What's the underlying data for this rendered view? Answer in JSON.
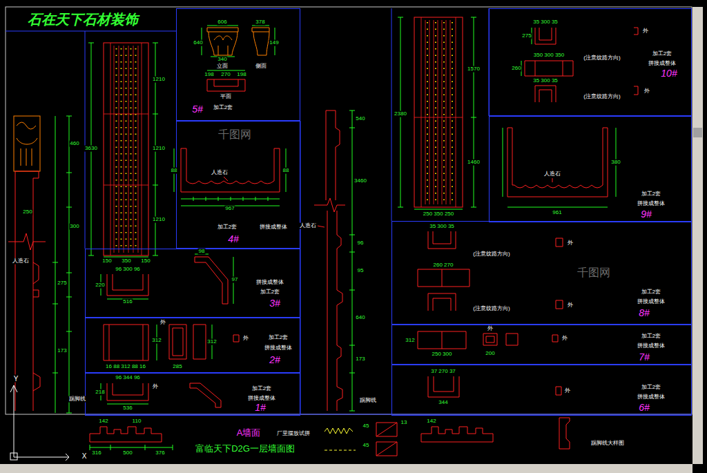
{
  "diagram": {
    "title": "石在天下石材装饰",
    "caption": "富临天下D2G一层墙面图",
    "nodes": [
      {
        "text": [
          "加工2套",
          "5#"
        ]
      },
      {
        "text": [
          "加工2套",
          "拼接成整体",
          "4#"
        ]
      },
      {
        "text": [
          "拼接成整体",
          "加工2套",
          "3#"
        ]
      },
      {
        "text": [
          "加工2套",
          "拼接成整体",
          "2#"
        ]
      },
      {
        "text": [
          "加工2套",
          "拼接成整体",
          "1#"
        ]
      },
      {
        "text": [
          "加工2套",
          "拼接成整体",
          "10#"
        ]
      },
      {
        "text": [
          "加工2套",
          "拼接成整体",
          "9#"
        ]
      },
      {
        "text": [
          "加工2套",
          "拼接成整体",
          "8#"
        ]
      },
      {
        "text": [
          "加工2套",
          "拼接成整体",
          "7#"
        ]
      },
      {
        "text": [
          "加工2套",
          "拼接成整体",
          "6#"
        ]
      }
    ],
    "labels": [
      "606",
      "378",
      "640",
      "149",
      "340",
      "立面",
      "侧面",
      "198",
      "270",
      "198",
      "平面",
      "1210",
      "1210",
      "1210",
      "3630",
      "150",
      "350",
      "150",
      "人造石",
      "88",
      "88",
      "967",
      "96 300 96",
      "220",
      "516",
      "98",
      "97",
      "312",
      "16 88 312 88 16",
      "285",
      "312",
      "外",
      "外",
      "96 344 96",
      "218",
      "536",
      "外",
      "540",
      "3460",
      "人造石",
      "96",
      "95",
      "640",
      "173",
      "踢脚线",
      "1570",
      "2380",
      "1460",
      "250 350 250",
      "35 300 35",
      "275",
      "350 300 350",
      "260",
      "(注意纹路方向)",
      "35 300 35",
      "(注意纹路方向)",
      "外",
      "外",
      "人造石",
      "380",
      "961",
      "35 300 35",
      "(注意纹路方向)",
      "260 270",
      "(注意纹路方向)",
      "外",
      "外",
      "312",
      "250 300",
      "外",
      "200",
      "外",
      "37 270 37",
      "344",
      "外",
      "A墙面",
      "厂里摆放试拼",
      "45",
      "13",
      "45",
      "142",
      "110",
      "316",
      "500",
      "376",
      "142",
      "踢脚线大样图",
      "人造石",
      "踢脚线",
      "460",
      "300",
      "250",
      "275",
      "173",
      "Y",
      "X",
      "千图网",
      "千图网"
    ]
  }
}
